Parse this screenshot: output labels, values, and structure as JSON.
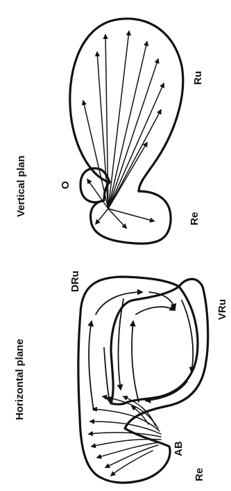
{
  "left_panel": {
    "title": "Horizontal plane",
    "labels": {
      "dru": "DRu",
      "vru": "VRu",
      "ab": "AB",
      "re": "Re"
    }
  },
  "right_panel": {
    "title": "Vertical plan",
    "labels": {
      "o": "O",
      "ru": "Ru",
      "re": "Re"
    }
  },
  "colors": {
    "ink": "#111111",
    "background": "#ffffff"
  }
}
